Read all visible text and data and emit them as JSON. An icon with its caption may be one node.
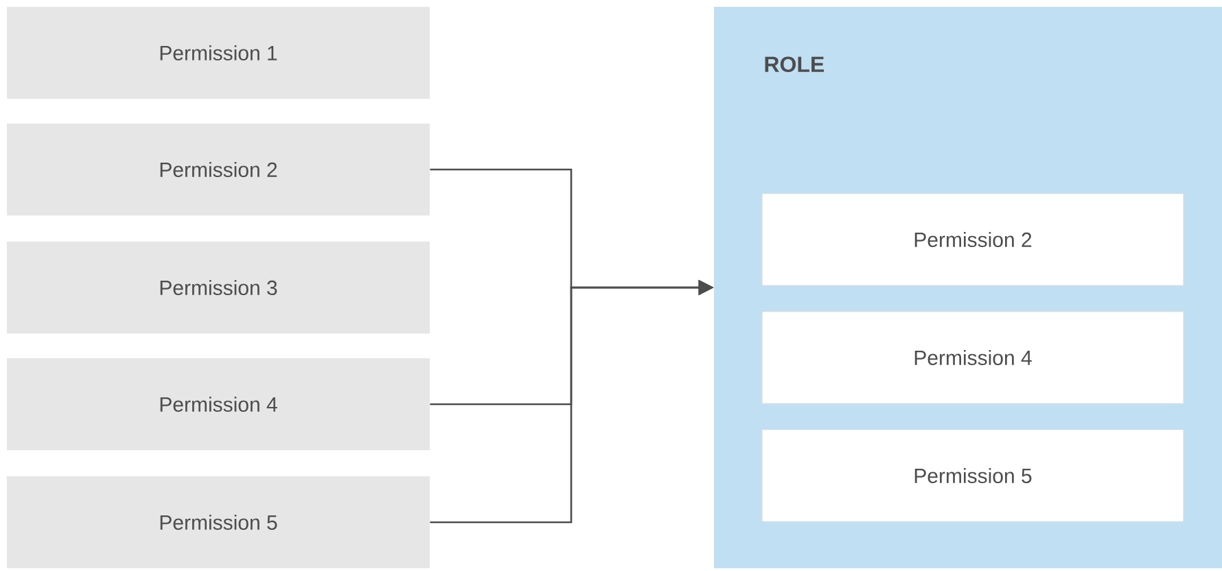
{
  "diagram": {
    "nodes": [
      {
        "text": [
          "Permission 1"
        ]
      },
      {
        "text": [
          "Permission 2"
        ]
      },
      {
        "text": [
          "Permission 3"
        ]
      },
      {
        "text": [
          "Permission 4"
        ]
      },
      {
        "text": [
          "Permission 5"
        ]
      },
      {
        "text": [
          "ROLE"
        ]
      },
      {
        "text": [
          "Permission 2"
        ],
        "in": 5
      },
      {
        "text": [
          "Permission 4"
        ],
        "in": 5
      },
      {
        "text": [
          "Permission 5"
        ],
        "in": 5
      }
    ],
    "edges": [
      {
        "from": 1,
        "to": 5,
        "arrow": "to"
      },
      {
        "from": 3,
        "to": 5,
        "arrow": "to"
      },
      {
        "from": 4,
        "to": 5,
        "arrow": "to"
      }
    ]
  }
}
